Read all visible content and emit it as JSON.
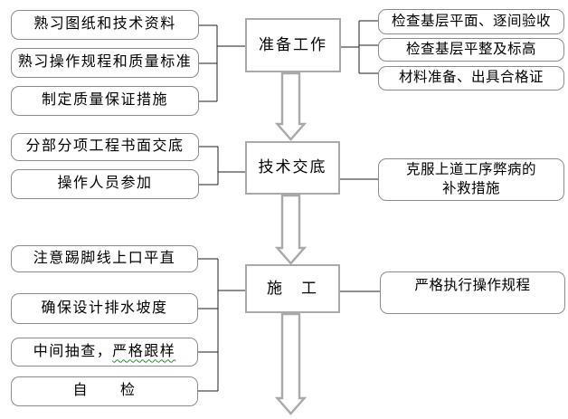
{
  "flowchart": {
    "stage1": {
      "label": "准备工作",
      "inputs": [
        "熟习图纸和技术资料",
        "熟习操作规程和质量标准",
        "制定质量保证措施"
      ],
      "outputs": [
        "检查基层平面、逐间验收",
        "检查基层平整及标高",
        "材料准备、出具合格证"
      ]
    },
    "stage2": {
      "label": "技术交底",
      "inputs": [
        "分部分项工程书面交底",
        "操作人员参加"
      ],
      "outputs": [
        "克服上道工序弊病的\n补救措施"
      ]
    },
    "stage3": {
      "label": "施　工",
      "inputs": [
        "注意踢脚线上口平直",
        "确保设计排水坡度",
        {
          "parts": [
            "中间抽查，",
            "严格跟样"
          ]
        },
        "自　　检"
      ],
      "outputs": [
        "严格执行操作规程"
      ]
    },
    "colors": {
      "side_box_border": "#8c8c8c",
      "stage_box_border": "#a9a9a9",
      "connector_line": "#1f1f1f",
      "arrow_outline": "#a9a9a9",
      "arrow_fill": "#ffffff",
      "text": "#000000",
      "spellcheck_squiggle": "#2e8b2e",
      "background": "#ffffff"
    }
  }
}
